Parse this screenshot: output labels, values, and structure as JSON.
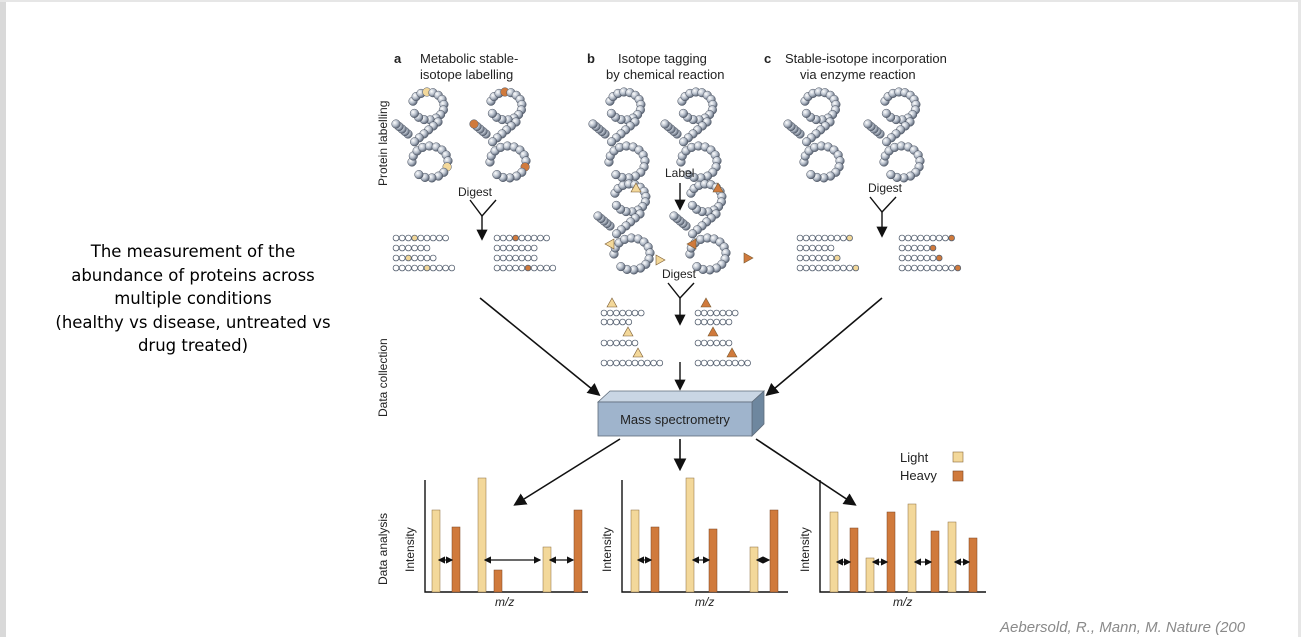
{
  "slide": {
    "description_lines": [
      "The measurement of the",
      "abundance of proteins across",
      "multiple conditions",
      "(healthy vs disease, untreated vs",
      "drug treated)"
    ],
    "citation": "Aebersold, R., Mann, M. Nature (200"
  },
  "figure": {
    "panels": [
      {
        "letter": "a",
        "title_lines": [
          "Metabolic stable-",
          "isotope labelling"
        ]
      },
      {
        "letter": "b",
        "title_lines": [
          "Isotope tagging",
          "by chemical reaction"
        ]
      },
      {
        "letter": "c",
        "title_lines": [
          "Stable-isotope incorporation",
          "via enzyme reaction"
        ]
      }
    ],
    "row_labels": {
      "labelling": "Protein labelling",
      "collection": "Data collection",
      "analysis": "Data analysis"
    },
    "digest_label": "Digest",
    "label_label": "Label",
    "ms_label": "Mass spectrometry",
    "legend": {
      "light": "Light",
      "heavy": "Heavy"
    },
    "axis": {
      "y": "Intensity",
      "x": "m/z"
    },
    "colors": {
      "light": "#f3d89a",
      "heavy": "#d07a3c",
      "bead": "#9aa4b4",
      "box_front": "#9fb4cc",
      "box_top": "#c9d6e4",
      "box_side": "#6e879f"
    }
  }
}
